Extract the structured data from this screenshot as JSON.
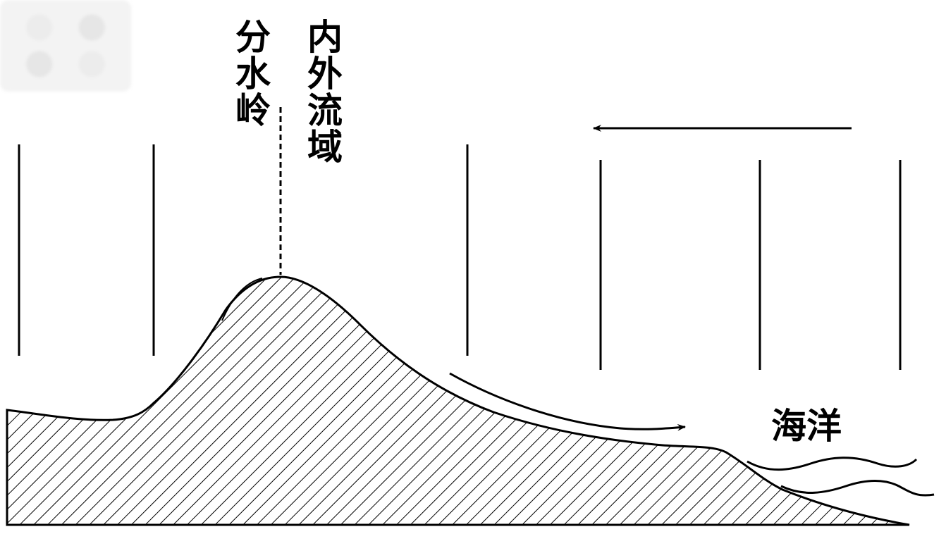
{
  "labels": {
    "watershed": "分水岭",
    "basin": "内外流域",
    "ocean": "海洋"
  },
  "colors": {
    "stroke": "#000000",
    "background": "#ffffff",
    "blurred_corner": "#efefef"
  }
}
